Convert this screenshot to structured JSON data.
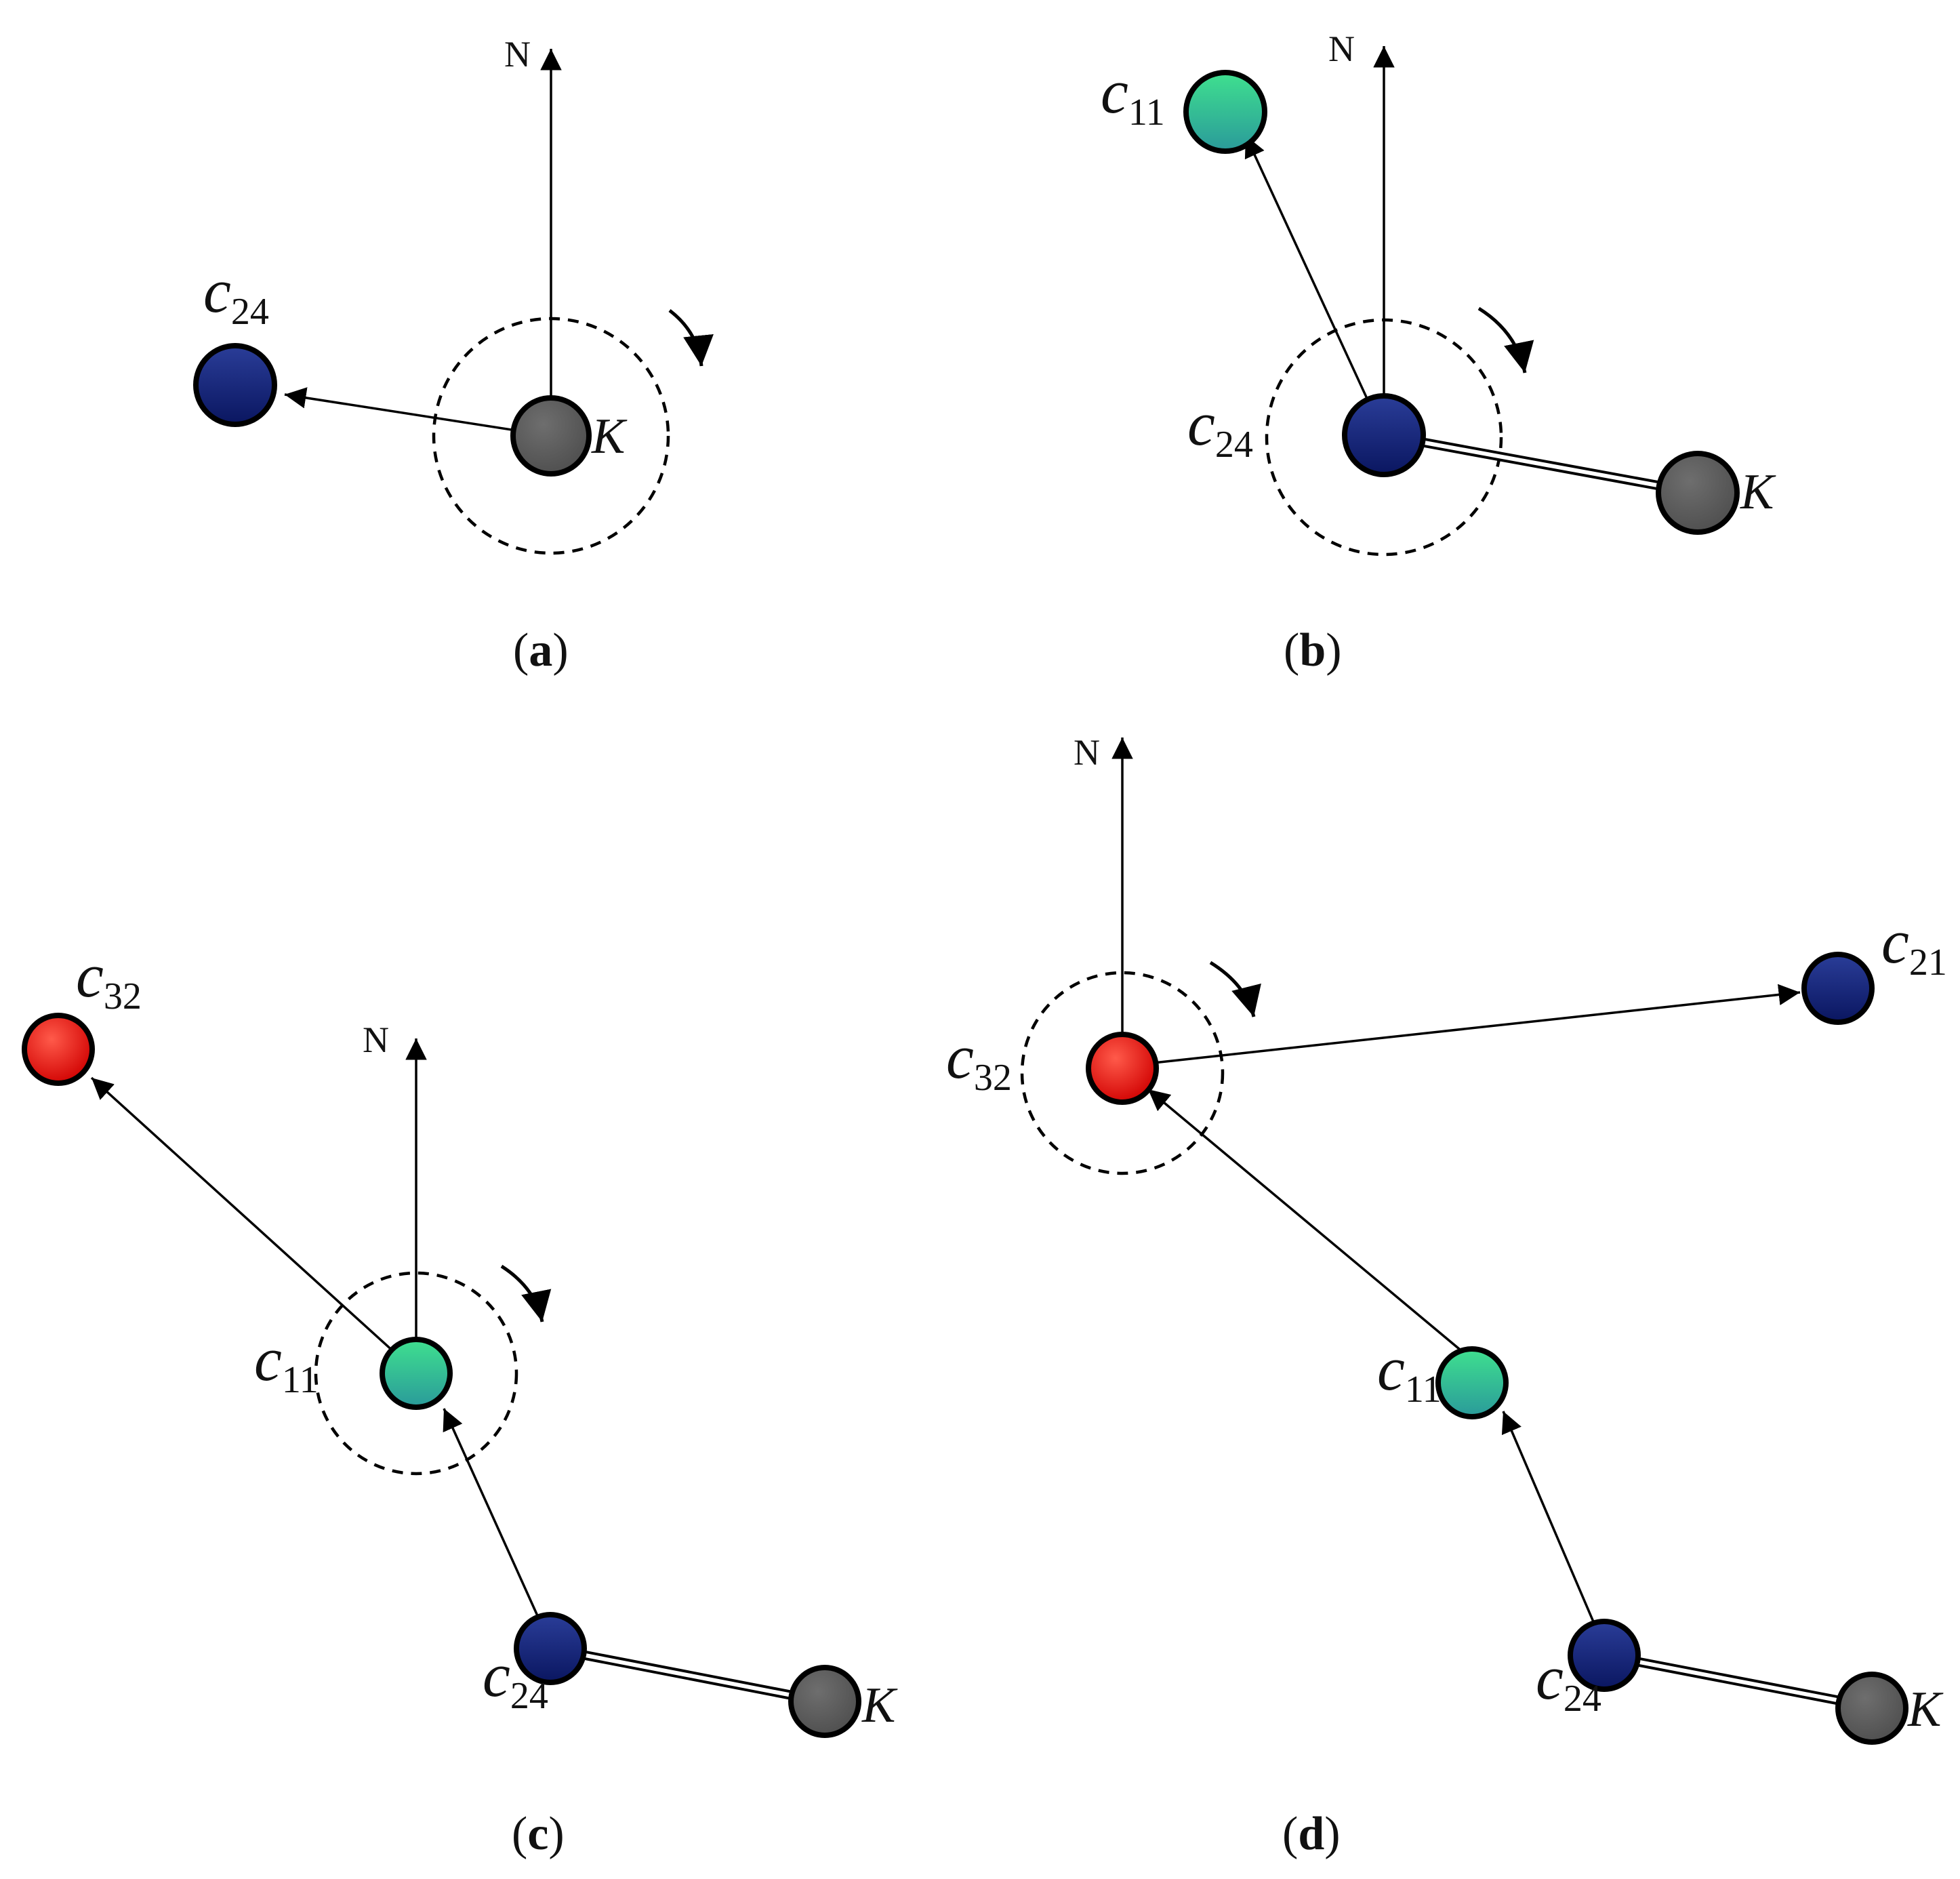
{
  "colors": {
    "blue": "#12237a",
    "green": "#2ec48f",
    "red": "#e01010",
    "gray": "#5e5e5e",
    "line": "#000000"
  },
  "labels": {
    "north": "N",
    "k": "K",
    "c_letter": "c"
  },
  "panels": [
    {
      "caption_open": "(",
      "caption_letter": "a",
      "caption_close": ")",
      "nodes": [
        {
          "base": "c",
          "sub": "24",
          "color": "blue"
        },
        {
          "base": "K",
          "sub": "",
          "color": "gray"
        }
      ]
    },
    {
      "caption_open": "(",
      "caption_letter": "b",
      "caption_close": ")",
      "nodes": [
        {
          "base": "c",
          "sub": "11",
          "color": "green"
        },
        {
          "base": "c",
          "sub": "24",
          "color": "blue"
        },
        {
          "base": "K",
          "sub": "",
          "color": "gray"
        }
      ]
    },
    {
      "caption_open": "(",
      "caption_letter": "c",
      "caption_close": ")",
      "nodes": [
        {
          "base": "c",
          "sub": "32",
          "color": "red"
        },
        {
          "base": "c",
          "sub": "11",
          "color": "green"
        },
        {
          "base": "c",
          "sub": "24",
          "color": "blue"
        },
        {
          "base": "K",
          "sub": "",
          "color": "gray"
        }
      ]
    },
    {
      "caption_open": "(",
      "caption_letter": "d",
      "caption_close": ")",
      "nodes": [
        {
          "base": "c",
          "sub": "32",
          "color": "red"
        },
        {
          "base": "c",
          "sub": "21",
          "color": "blue"
        },
        {
          "base": "c",
          "sub": "11",
          "color": "green"
        },
        {
          "base": "c",
          "sub": "24",
          "color": "blue"
        },
        {
          "base": "K",
          "sub": "",
          "color": "gray"
        }
      ]
    }
  ]
}
